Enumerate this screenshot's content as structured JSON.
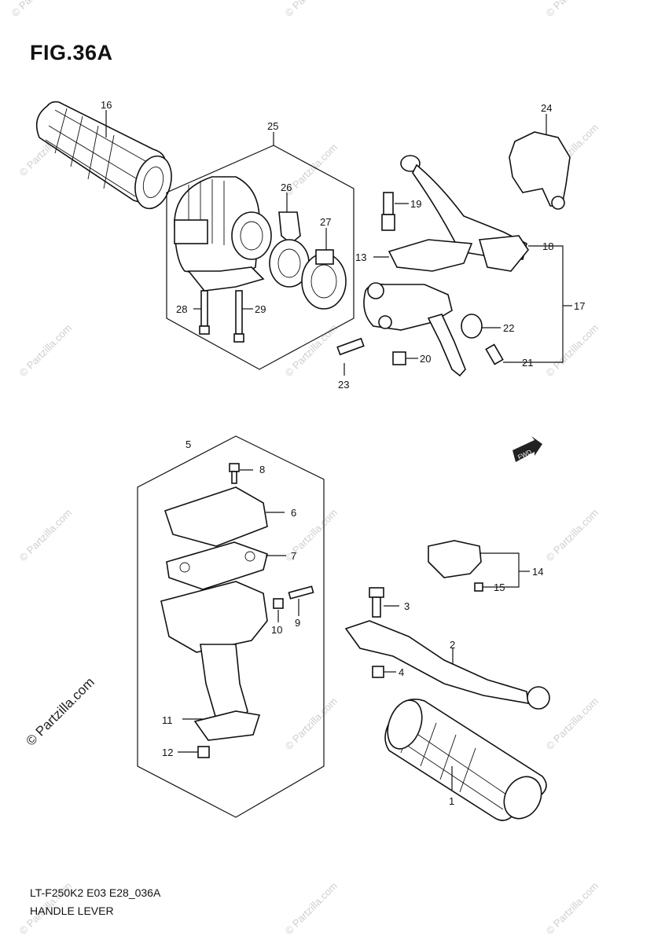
{
  "figure": {
    "title": "FIG.36A",
    "model_code": "LT-F250K2 E03 E28_036A",
    "section_name": "HANDLE LEVER"
  },
  "watermark": {
    "small": "© Partzilla.com",
    "large": "© Partzilla.com"
  },
  "callouts": {
    "c1": "1",
    "c2": "2",
    "c3": "3",
    "c4": "4",
    "c5": "5",
    "c6": "6",
    "c7": "7",
    "c8": "8",
    "c9": "9",
    "c10": "10",
    "c11": "11",
    "c12": "12",
    "c13": "13",
    "c14": "14",
    "c15": "15",
    "c16": "16",
    "c17": "17",
    "c18": "18",
    "c19": "19",
    "c20": "20",
    "c21": "21",
    "c22": "22",
    "c23": "23",
    "c24": "24",
    "c25": "25",
    "c26": "26",
    "c27": "27",
    "c28": "28",
    "c29": "29"
  },
  "fwd_badge": "FWD"
}
